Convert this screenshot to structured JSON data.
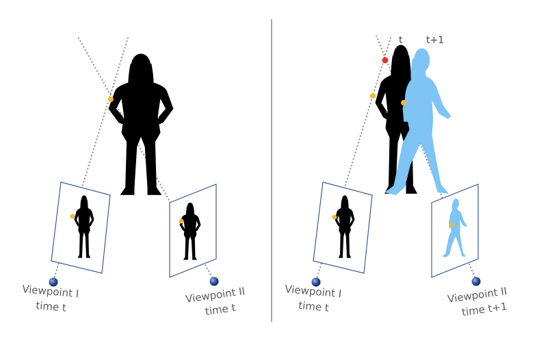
{
  "left_panel": {
    "viewpoint_1": {
      "name": "Viewpoint I",
      "time": "time t"
    },
    "viewpoint_2": {
      "name": "Viewpoint II",
      "time": "time t"
    }
  },
  "right_panel": {
    "person_t_label": "t",
    "person_t1_label": "t+1",
    "viewpoint_1": {
      "name": "Viewpoint I",
      "time": "time t"
    },
    "viewpoint_2": {
      "name": "Viewpoint II",
      "time": "time t+1"
    }
  },
  "colors": {
    "person_t": "#000000",
    "person_t1": "#7ec4f5",
    "keypoint": "#f2b830",
    "triangulated_point": "#e0342a",
    "camera": "#2e4f9a",
    "frame": "#3b5a9a",
    "divider": "#8c8c8c"
  }
}
